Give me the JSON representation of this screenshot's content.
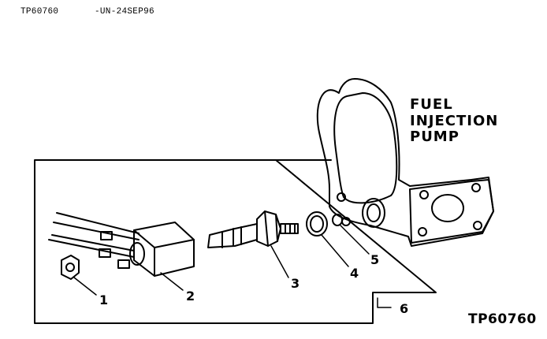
{
  "header": {
    "figure_code": "TP60760",
    "date_stamp": "-UN-24SEP96"
  },
  "pump_label": [
    "FUEL",
    "INJECTION",
    "PUMP"
  ],
  "callouts": [
    {
      "label": "1"
    },
    {
      "label": "2"
    },
    {
      "label": "3"
    },
    {
      "label": "4"
    },
    {
      "label": "5"
    },
    {
      "label": "6"
    }
  ],
  "figure_id": "TP60760"
}
